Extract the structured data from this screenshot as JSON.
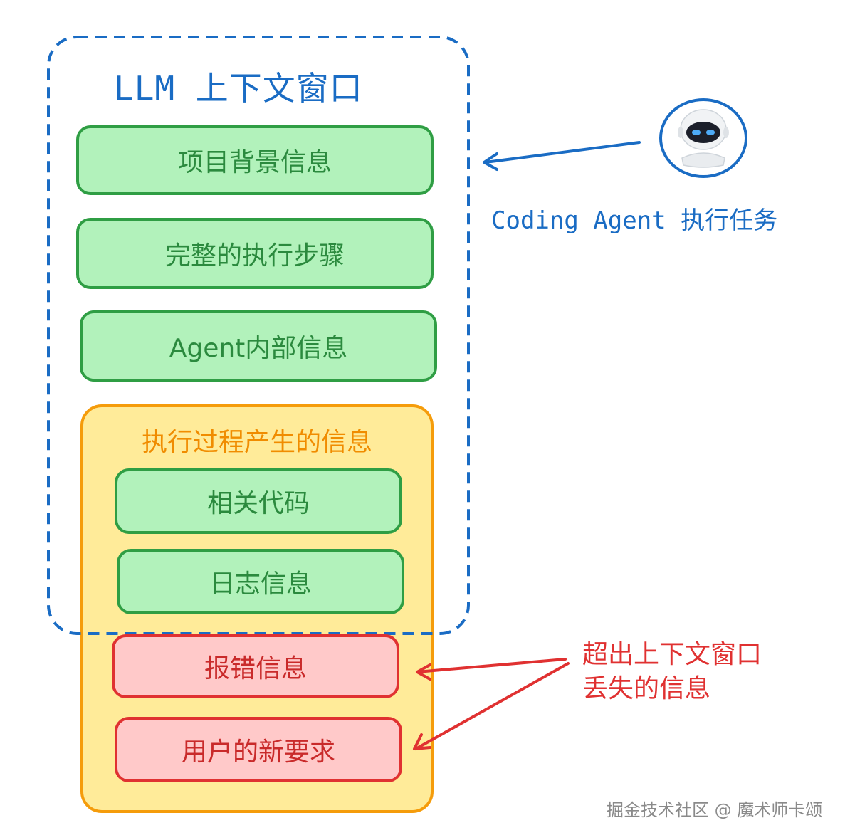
{
  "context_window": {
    "title": "LLM 上下文窗口"
  },
  "static_items": [
    "项目背景信息",
    "完整的执行步骤",
    "Agent内部信息"
  ],
  "process": {
    "label": "执行过程产生的信息",
    "in_window_items": [
      "相关代码",
      "日志信息"
    ],
    "overflow_items": [
      "报错信息",
      "用户的新要求"
    ]
  },
  "agent": {
    "caption": "Coding Agent 执行任务"
  },
  "overflow_note": {
    "line1": "超出上下文窗口",
    "line2": "丢失的信息"
  },
  "watermark": "掘金技术社区 @ 魔术师卡颂",
  "colors": {
    "window_blue": "#1a6cc4",
    "green_fill": "#b2f2bb",
    "green_stroke": "#2f9e44",
    "yellow_fill": "#ffeb99",
    "orange_stroke": "#f59c0b",
    "red_fill": "#ffc9c9",
    "red_stroke": "#e03131"
  }
}
